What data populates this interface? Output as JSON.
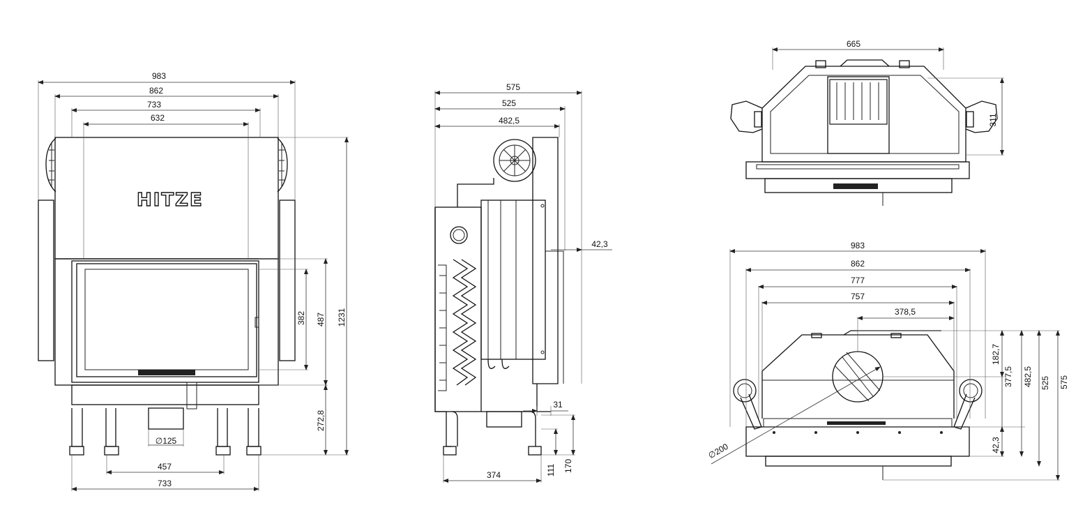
{
  "brand": "HITZE",
  "front": {
    "widths": [
      "983",
      "862",
      "733",
      "632"
    ],
    "glass_h": "382",
    "door_h": "487",
    "total_h": "1231",
    "base_h": "272,8",
    "flue": "∅125",
    "leg_span": "457",
    "base_w": "733"
  },
  "side": {
    "widths": [
      "575",
      "525",
      "482,5"
    ],
    "offset": "42,3",
    "step": "31",
    "depth": "374",
    "h1": "111",
    "h2": "170"
  },
  "top": {
    "width": "665",
    "height": "311"
  },
  "plan": {
    "widths": [
      "983",
      "862",
      "777",
      "757",
      "378,5"
    ],
    "heights": [
      "182,7",
      "377,5",
      "482,5",
      "525",
      "575"
    ],
    "offset": "42,3",
    "flue": "∅200"
  }
}
